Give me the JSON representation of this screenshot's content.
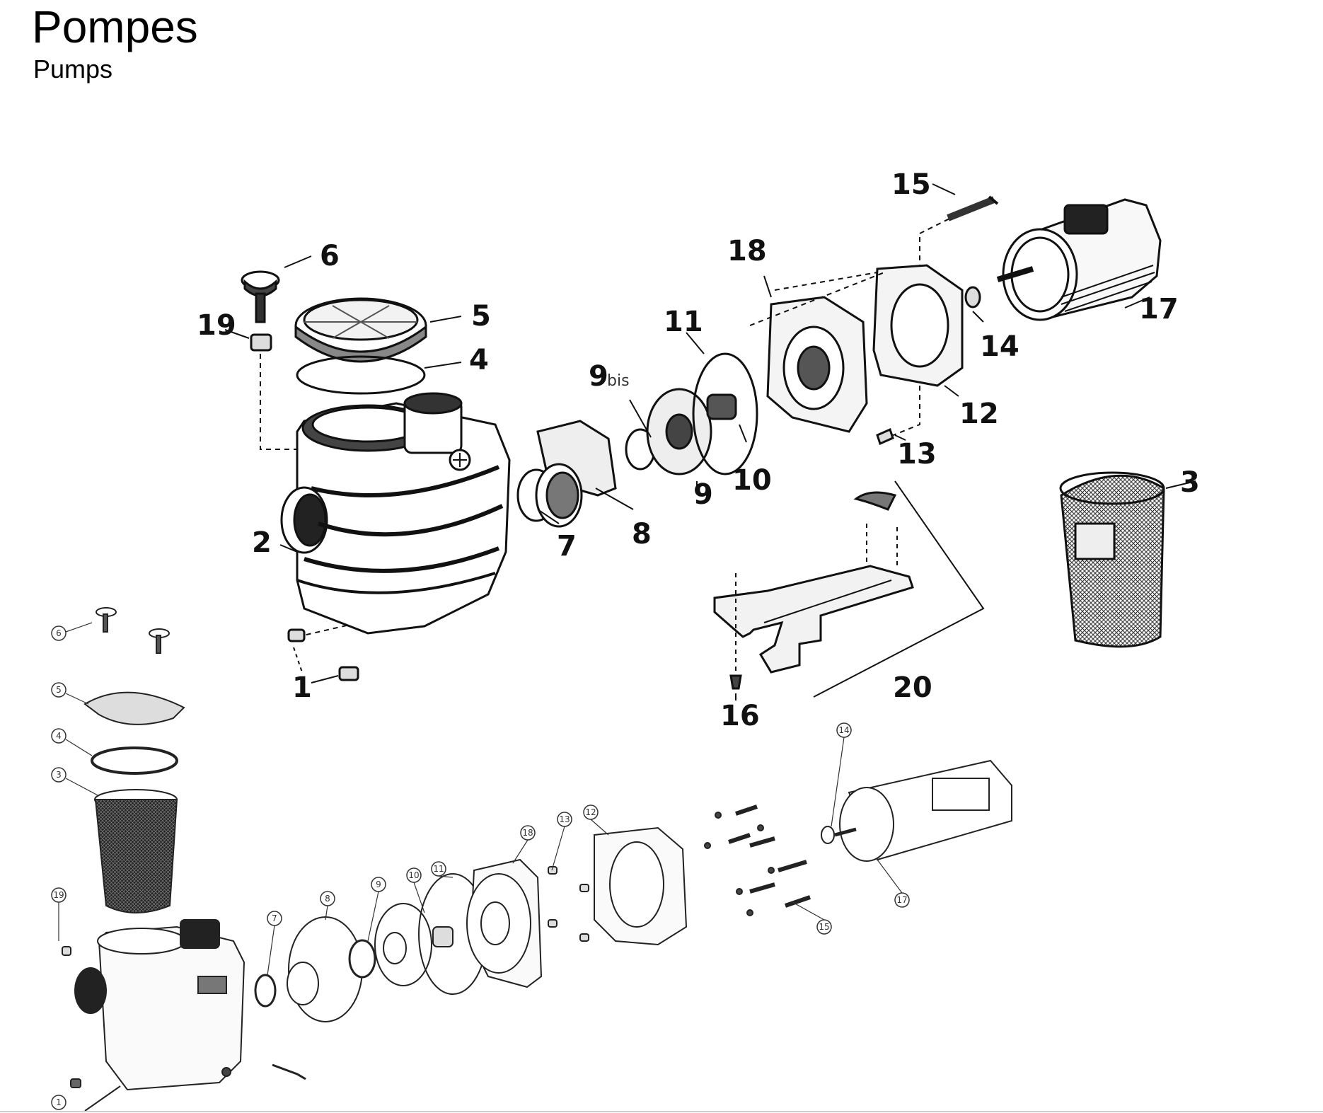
{
  "page": {
    "title": "Pompes",
    "subtitle": "Pumps"
  },
  "upper_diagram": {
    "callouts": [
      "1",
      "2",
      "3",
      "4",
      "5",
      "6",
      "7",
      "8",
      "9",
      "9",
      "bis",
      "10",
      "11",
      "12",
      "13",
      "14",
      "15",
      "16",
      "17",
      "18",
      "19",
      "20"
    ]
  },
  "lower_diagram": {
    "callouts": [
      "1",
      "3",
      "4",
      "5",
      "6",
      "7",
      "8",
      "9",
      "10",
      "11",
      "12",
      "13",
      "14",
      "15",
      "17",
      "18",
      "19"
    ]
  }
}
